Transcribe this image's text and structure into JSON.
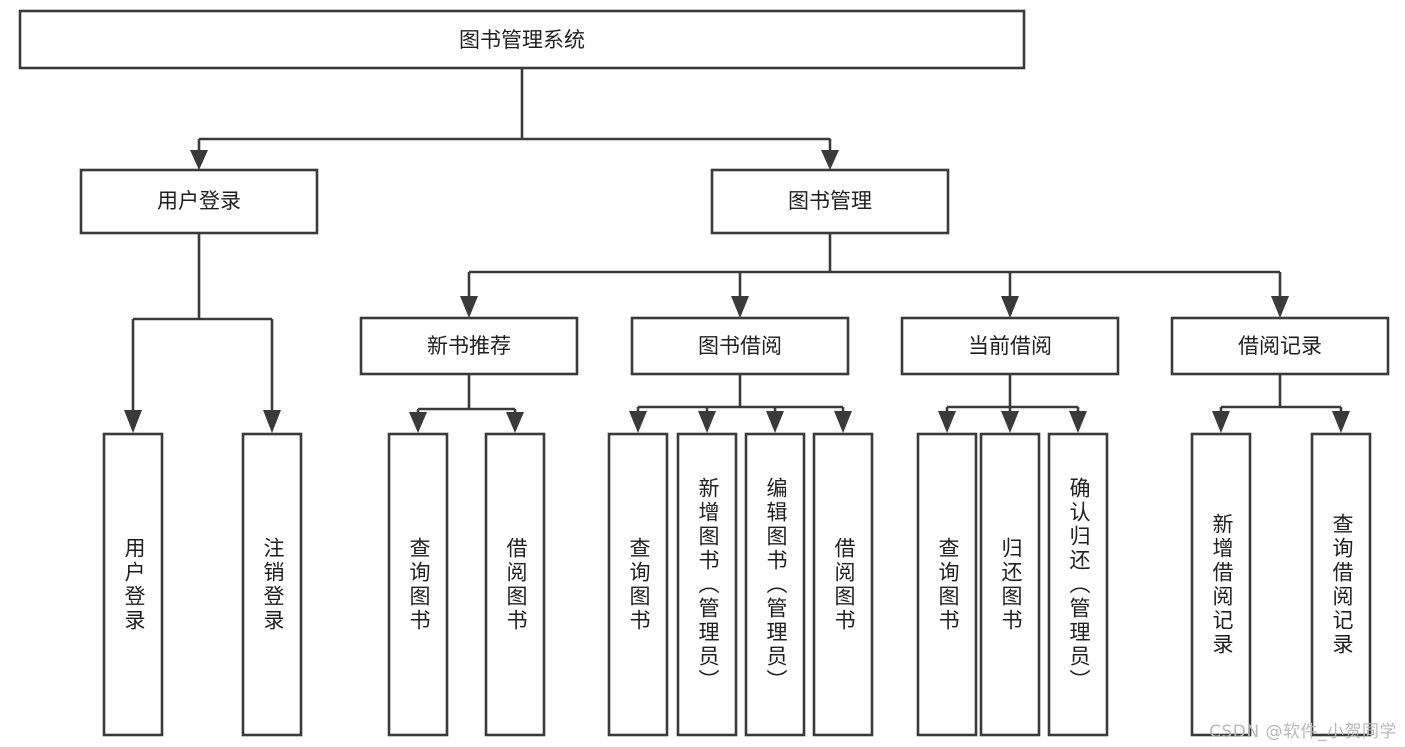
{
  "diagram": {
    "type": "tree-hierarchy-functional-decomposition",
    "title": "图书管理系统",
    "orientation": "top-down",
    "colors": {
      "box_fill": "#ffffff",
      "box_stroke": "#3a3a3a",
      "text": "#1f1f1f",
      "background": "#ffffff",
      "watermark": "#b9b9b9"
    },
    "levels": {
      "root": {
        "label": "图书管理系统"
      },
      "level2": [
        {
          "id": "user-login",
          "label": "用户登录"
        },
        {
          "id": "book-management",
          "label": "图书管理"
        }
      ],
      "level3": [
        {
          "id": "new-book-recommend",
          "label": "新书推荐",
          "parent": "book-management"
        },
        {
          "id": "book-borrow",
          "label": "图书借阅",
          "parent": "book-management"
        },
        {
          "id": "current-borrow",
          "label": "当前借阅",
          "parent": "book-management"
        },
        {
          "id": "borrow-record",
          "label": "借阅记录",
          "parent": "book-management"
        }
      ],
      "leaves": [
        {
          "id": "leaf-user-login",
          "label": "用户登录",
          "parent": "user-login"
        },
        {
          "id": "leaf-user-logout",
          "label": "注销登录",
          "parent": "user-login"
        },
        {
          "id": "leaf-query-book-1",
          "label": "查询图书",
          "parent": "new-book-recommend"
        },
        {
          "id": "leaf-borrow-book-1",
          "label": "借阅图书",
          "parent": "new-book-recommend"
        },
        {
          "id": "leaf-query-book-2",
          "label": "查询图书",
          "parent": "book-borrow"
        },
        {
          "id": "leaf-add-book",
          "label": "新增图书（管理员）",
          "parent": "book-borrow"
        },
        {
          "id": "leaf-edit-book",
          "label": "编辑图书（管理员）",
          "parent": "book-borrow"
        },
        {
          "id": "leaf-borrow-book-2",
          "label": "借阅图书",
          "parent": "book-borrow"
        },
        {
          "id": "leaf-query-book-3",
          "label": "查询图书",
          "parent": "current-borrow"
        },
        {
          "id": "leaf-return-book",
          "label": "归还图书",
          "parent": "current-borrow"
        },
        {
          "id": "leaf-confirm-return",
          "label": "确认归还（管理员）",
          "parent": "current-borrow"
        },
        {
          "id": "leaf-add-record",
          "label": "新增借阅记录",
          "parent": "borrow-record"
        },
        {
          "id": "leaf-query-record",
          "label": "查询借阅记录",
          "parent": "borrow-record"
        }
      ]
    }
  },
  "watermark": {
    "text": "CSDN @软件_小贺同学"
  }
}
